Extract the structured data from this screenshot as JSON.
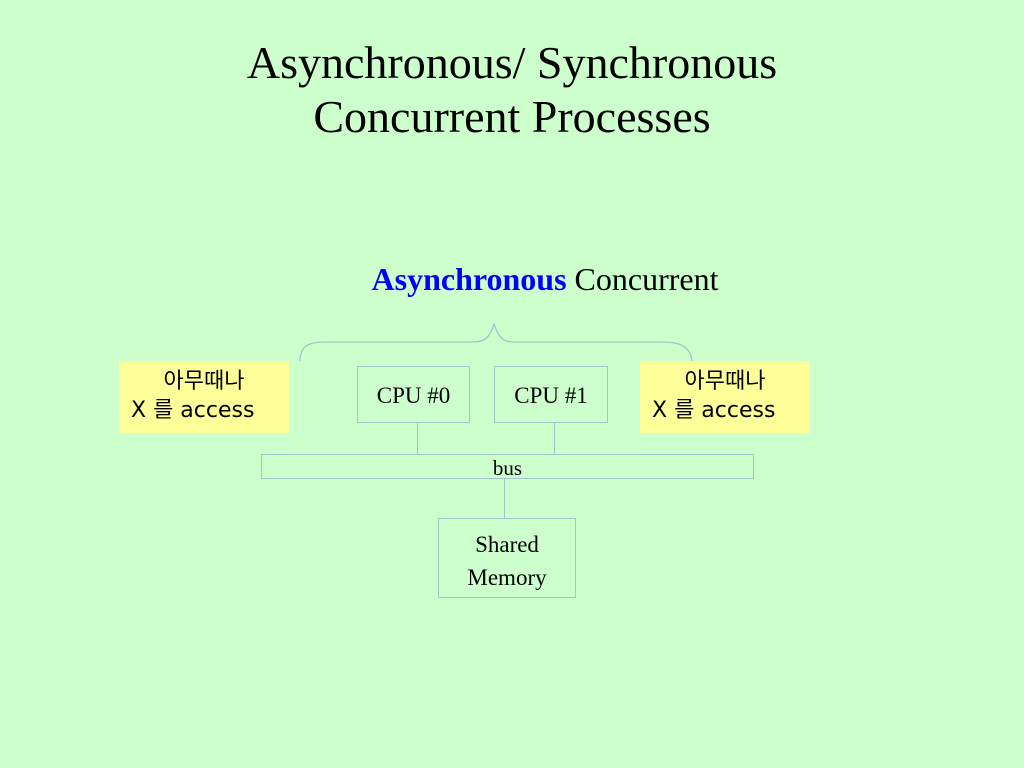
{
  "title": {
    "line1": "Asynchronous/ Synchronous",
    "line2": "Concurrent Processes"
  },
  "subtitle": {
    "emphasis": "Asynchronous",
    "rest": "Concurrent"
  },
  "colors": {
    "background": "#ccffcc",
    "emphasis": "#0000ff",
    "note_background": "#ffff99",
    "box_border": "#9ec8c8"
  },
  "notes": {
    "left": {
      "line1": "아무때나",
      "line2": "X 를 access"
    },
    "right": {
      "line1": "아무때나",
      "line2": "X 를 access"
    }
  },
  "diagram": {
    "cpu0": "CPU #0",
    "cpu1": "CPU #1",
    "bus": "bus",
    "memory": {
      "line1": "Shared",
      "line2": "Memory"
    }
  }
}
